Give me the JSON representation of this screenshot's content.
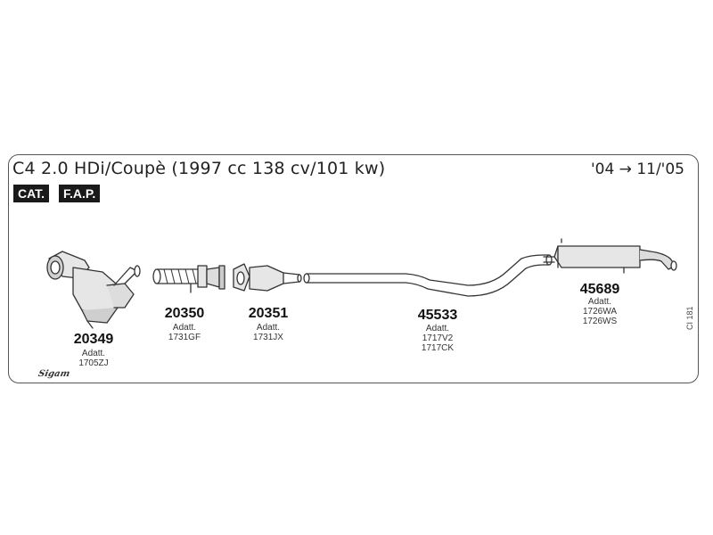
{
  "diagram": {
    "title": "C4 2.0 HDi/Coupè (1997 cc 138 cv/101 kw)",
    "date_range": "'04 → 11/'05",
    "badges": [
      "CAT.",
      "F.A.P."
    ],
    "side_code": "CI 181",
    "logo": "Sigam",
    "parts": [
      {
        "number": "20349",
        "label": "Adatt.",
        "codes": [
          "1705ZJ"
        ]
      },
      {
        "number": "20350",
        "label": "Adatt.",
        "codes": [
          "1731GF"
        ]
      },
      {
        "number": "20351",
        "label": "Adatt.",
        "codes": [
          "1731JX"
        ]
      },
      {
        "number": "45533",
        "label": "Adatt.",
        "codes": [
          "1717V2",
          "1717CK"
        ]
      },
      {
        "number": "45689",
        "label": "Adatt.",
        "codes": [
          "1726WA",
          "1726WS"
        ]
      }
    ],
    "colors": {
      "line": "#333333",
      "fill": "#e6e6e6",
      "shade": "#bdbdbd",
      "badge": "#1a1a1a"
    }
  }
}
